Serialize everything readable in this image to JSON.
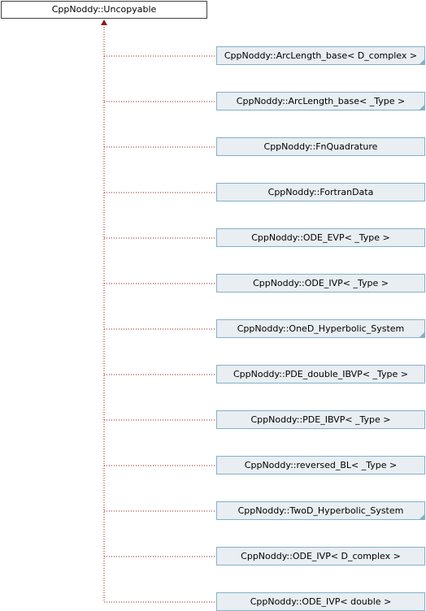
{
  "base_class": {
    "name": "CppNoddy::Uncopyable"
  },
  "derived_classes": [
    {
      "name": "CppNoddy::ArcLength_base< D_complex >",
      "has_children": true
    },
    {
      "name": "CppNoddy::ArcLength_base< _Type >",
      "has_children": true
    },
    {
      "name": "CppNoddy::FnQuadrature",
      "has_children": false
    },
    {
      "name": "CppNoddy::FortranData",
      "has_children": false
    },
    {
      "name": "CppNoddy::ODE_EVP< _Type >",
      "has_children": false
    },
    {
      "name": "CppNoddy::ODE_IVP< _Type >",
      "has_children": false
    },
    {
      "name": "CppNoddy::OneD_Hyperbolic_System",
      "has_children": true
    },
    {
      "name": "CppNoddy::PDE_double_IBVP< _Type >",
      "has_children": false
    },
    {
      "name": "CppNoddy::PDE_IBVP< _Type >",
      "has_children": false
    },
    {
      "name": "CppNoddy::reversed_BL< _Type >",
      "has_children": false
    },
    {
      "name": "CppNoddy::TwoD_Hyperbolic_System",
      "has_children": true
    },
    {
      "name": "CppNoddy::ODE_IVP< D_complex >",
      "has_children": false
    },
    {
      "name": "CppNoddy::ODE_IVP< double >",
      "has_children": false
    }
  ],
  "colors": {
    "connector": "#8b1a1a",
    "derived_fill": "#e8eef2",
    "derived_border": "#84b0c7",
    "base_border": "#404040"
  }
}
